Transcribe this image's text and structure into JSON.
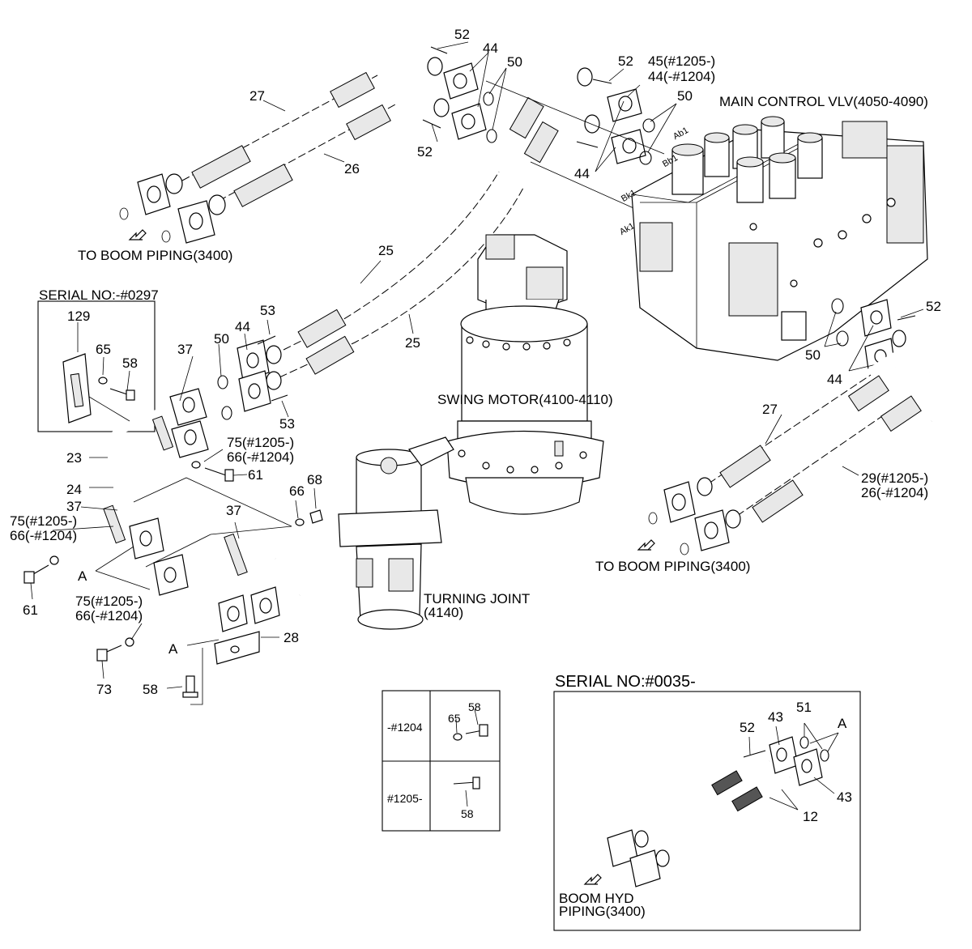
{
  "labels": {
    "main_control_valve": "MAIN CONTROL VLV(4050-4090)",
    "swing_motor": "SWING MOTOR(4100-4110)",
    "turning_joint_1": "TURNING JOINT",
    "turning_joint_2": "(4140)",
    "to_boom_piping_top": "TO BOOM PIPING(3400)",
    "to_boom_piping_right": "TO BOOM PIPING(3400)",
    "boom_hyd_1": "BOOM HYD",
    "boom_hyd_2": "PIPING(3400)",
    "serial_no_upper": "SERIAL NO:-#0297",
    "serial_no_lower": "SERIAL NO:#0035-",
    "port_ab1": "Ab1",
    "port_bb1": "Bb1",
    "port_bk1": "Bk1",
    "port_ak1": "Ak1"
  },
  "table": {
    "row1_label": "-#1204",
    "row2_label": "#1205-",
    "row1_part_a": "65",
    "row1_part_b": "58",
    "row2_part": "58"
  },
  "callouts": {
    "c52_a": "52",
    "c44_a": "44",
    "c50_a": "50",
    "c27_a": "27",
    "c52_b": "52",
    "c26_a": "26",
    "c52_c": "52",
    "c45": "45(#1205-)",
    "c44_b": "44(-#1204)",
    "c50_b": "50",
    "c44_c": "44",
    "c25_a": "25",
    "c25_b": "25",
    "c129": "129",
    "c65": "65",
    "c58_a": "58",
    "c37_a": "37",
    "c50_c": "50",
    "c44_d": "44",
    "c53_a": "53",
    "c53_b": "53",
    "c75_a": "75(#1205-)",
    "c66_a": "66(-#1204)",
    "c61_a": "61",
    "c23": "23",
    "c24": "24",
    "c37_b": "37",
    "c75_b": "75(#1205-)",
    "c66_b": "66(-#1204)",
    "cA_a": "A",
    "c61_b": "61",
    "c37_c": "37",
    "c66_c": "66",
    "c68": "68",
    "c75_c": "75(#1205-)",
    "c66_d": "66(-#1204)",
    "cA_b": "A",
    "c28": "28",
    "c73": "73",
    "c58_b": "58",
    "c52_d": "52",
    "c50_d": "50",
    "c44_e": "44",
    "c27_b": "27",
    "c29": "29(#1205-)",
    "c26_b": "26(-#1204)",
    "c52_e": "52",
    "c43_a": "43",
    "c51": "51",
    "cA_c": "A",
    "c43_b": "43",
    "c12": "12"
  }
}
